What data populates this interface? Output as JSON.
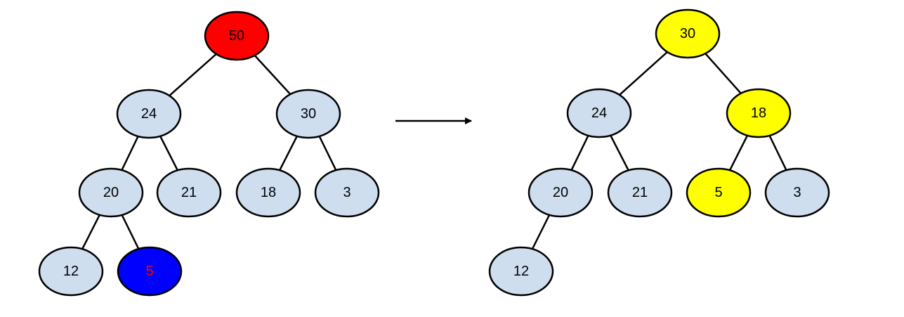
{
  "colors": {
    "default_fill": "#cfdeef",
    "removed_root_fill": "#ff0000",
    "moved_last_fill": "#0000ff",
    "highlight_fill": "#ffff00",
    "default_text": "#000000",
    "moved_last_text": "#ff0000"
  },
  "before_tree": {
    "nodes": [
      {
        "id": "b0",
        "label": "50",
        "state": "removed_root"
      },
      {
        "id": "b1",
        "label": "24",
        "state": "default"
      },
      {
        "id": "b2",
        "label": "30",
        "state": "default"
      },
      {
        "id": "b3",
        "label": "20",
        "state": "default"
      },
      {
        "id": "b4",
        "label": "21",
        "state": "default"
      },
      {
        "id": "b5",
        "label": "18",
        "state": "default"
      },
      {
        "id": "b6",
        "label": "3",
        "state": "default"
      },
      {
        "id": "b7",
        "label": "12",
        "state": "default"
      },
      {
        "id": "b8",
        "label": "5",
        "state": "moved_last"
      }
    ],
    "edges": [
      [
        "b0",
        "b1"
      ],
      [
        "b0",
        "b2"
      ],
      [
        "b1",
        "b3"
      ],
      [
        "b1",
        "b4"
      ],
      [
        "b2",
        "b5"
      ],
      [
        "b2",
        "b6"
      ],
      [
        "b3",
        "b7"
      ],
      [
        "b3",
        "b8"
      ]
    ]
  },
  "after_tree": {
    "nodes": [
      {
        "id": "a0",
        "label": "30",
        "state": "highlight"
      },
      {
        "id": "a1",
        "label": "24",
        "state": "default"
      },
      {
        "id": "a2",
        "label": "18",
        "state": "highlight"
      },
      {
        "id": "a3",
        "label": "20",
        "state": "default"
      },
      {
        "id": "a4",
        "label": "21",
        "state": "default"
      },
      {
        "id": "a5",
        "label": "5",
        "state": "highlight"
      },
      {
        "id": "a6",
        "label": "3",
        "state": "default"
      },
      {
        "id": "a7",
        "label": "12",
        "state": "default"
      }
    ],
    "edges": [
      [
        "a0",
        "a1"
      ],
      [
        "a0",
        "a2"
      ],
      [
        "a1",
        "a3"
      ],
      [
        "a1",
        "a4"
      ],
      [
        "a2",
        "a5"
      ],
      [
        "a2",
        "a6"
      ],
      [
        "a3",
        "a7"
      ]
    ]
  },
  "arrow": {
    "icon": "arrow-right-icon"
  }
}
